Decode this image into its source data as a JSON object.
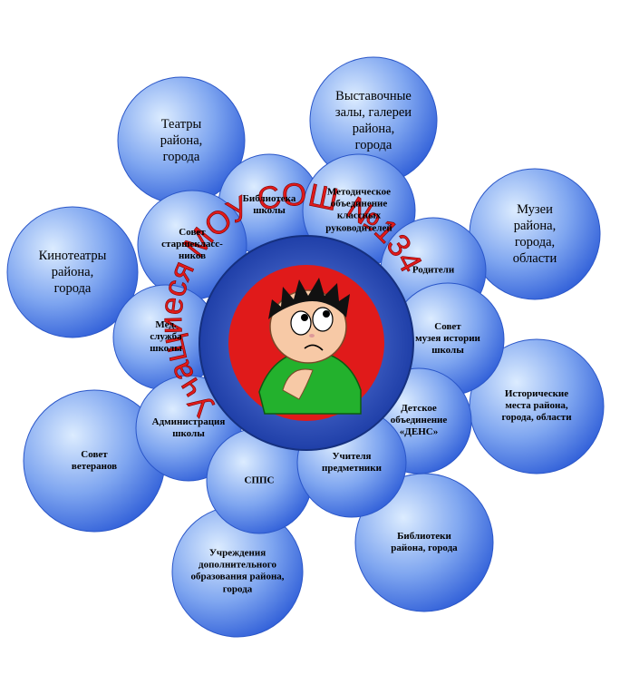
{
  "center": {
    "title": "Учащиеся МОУ СОШ №134"
  },
  "nodes": [
    {
      "id": "teatry",
      "label": "Театры\nрайона,\nгорода"
    },
    {
      "id": "vystavochnye",
      "label": "Выставочные\nзалы, галереи\nрайона,\nгорода"
    },
    {
      "id": "muzei",
      "label": "Музеи\nрайона,\nгорода,\nобласти"
    },
    {
      "id": "kinoteatry",
      "label": "Кинотеатры\nрайона,\nгорода"
    },
    {
      "id": "biblioteka-shkoly",
      "label": "Библиотека\nшколы"
    },
    {
      "id": "metodicheskoe",
      "label": "Методическое\nобъединение\nклассных\nруководителей"
    },
    {
      "id": "sovet-starsheklassnikov",
      "label": "Совет\nстаршекласс-\nников"
    },
    {
      "id": "roditeli",
      "label": "Родители"
    },
    {
      "id": "med-sluzhba",
      "label": "Мед.\nслужба\nшколы"
    },
    {
      "id": "sovet-muzeya",
      "label": "Совет\nмузея истории\nшколы"
    },
    {
      "id": "istoricheskie",
      "label": "Исторические\nместа района,\nгорода, области"
    },
    {
      "id": "administratsiya",
      "label": "Администрация\nшколы"
    },
    {
      "id": "detskoe-obedinenie",
      "label": "Детское\nобъединение\n«ДЕНС»"
    },
    {
      "id": "sovet-veteranov",
      "label": "Совет\nветеранов"
    },
    {
      "id": "spps",
      "label": "СППС"
    },
    {
      "id": "uchitelya",
      "label": "Учителя\nпредметники"
    },
    {
      "id": "uchrezhdeniya",
      "label": "Учреждения\nдополнительного\nобразования района,\nгорода"
    },
    {
      "id": "biblioteki",
      "label": "Библиотеки\nрайона, города"
    }
  ],
  "colors": {
    "bubble_light": "#dcecff",
    "bubble_mid": "#7fa6f0",
    "bubble_dark": "#2f5ed8",
    "center_ring": "#1f3fa8",
    "center_red": "#e01a1a",
    "shirt_green": "#23b12d",
    "hair": "#111111",
    "skin": "#f7c9a6"
  }
}
